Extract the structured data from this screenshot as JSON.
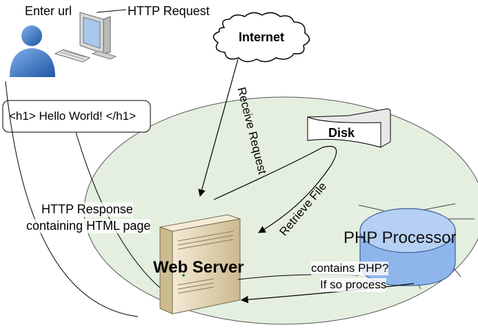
{
  "labels": {
    "enter_url": "Enter url",
    "http_request": "HTTP Request",
    "internet": "Internet",
    "receive_request": "Receive Request",
    "h1_code": "<h1> Hello World! </h1>",
    "disk": "Disk",
    "retrieve_file": "Retrieve File",
    "http_response_line1": "HTTP Response",
    "http_response_line2": "containing HTML page",
    "php_processor": "PHP Processor",
    "web_server": "Web Server",
    "contains_php_line1": "contains PHP?",
    "contains_php_line2": "If so process"
  },
  "colors": {
    "ellipse_fill": "#e4efe0",
    "php_fill": "#a9c9f2",
    "server_fill": "#e9dcc1",
    "user_fill": "#3f78c4"
  },
  "icons": {
    "user": "user-icon",
    "computer": "computer-icon",
    "cloud": "cloud-icon",
    "disk": "disk-icon",
    "server": "server-icon",
    "processor": "php-processor-icon"
  }
}
